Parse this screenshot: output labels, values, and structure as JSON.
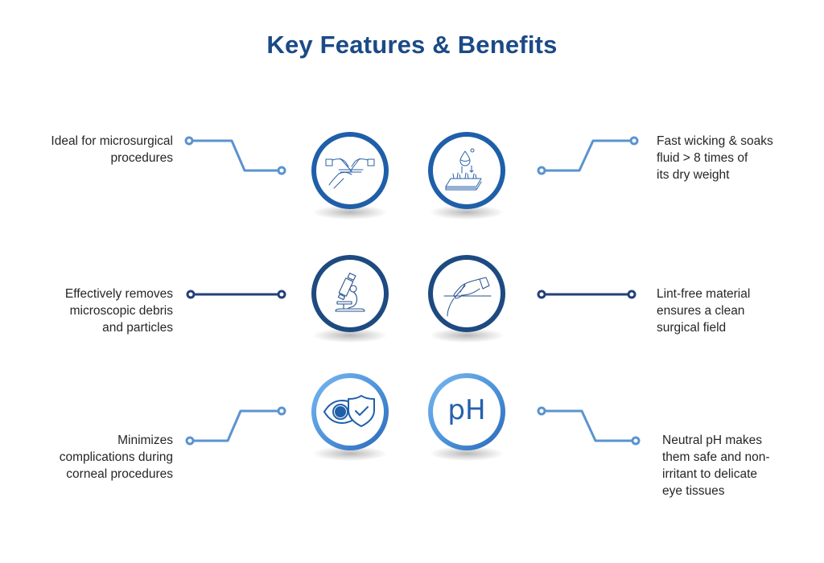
{
  "title": "Key Features & Benefits",
  "colors": {
    "title": "#1b4a86",
    "connector_light": "#5b93cf",
    "connector_navy": "#23407a",
    "circle_blue": "#1f5fa9",
    "circle_navy": "#1d4a80",
    "circle_light": "#4f95dc",
    "text": "#262626"
  },
  "features": [
    {
      "id": "microsurgical",
      "side": "left",
      "icon": "surgeon-hands-icon",
      "lines": [
        "Ideal for microsurgical",
        "procedures"
      ]
    },
    {
      "id": "wicking",
      "side": "right",
      "icon": "absorbent-droplet-icon",
      "lines": [
        "Fast wicking & soaks",
        "fluid > 8 times of",
        "its dry weight"
      ]
    },
    {
      "id": "debris",
      "side": "left",
      "icon": "microscope-icon",
      "lines": [
        "Effectively removes",
        "microscopic debris",
        "and particles"
      ]
    },
    {
      "id": "lint-free",
      "side": "right",
      "icon": "gloved-hand-icon",
      "lines": [
        "Lint-free material",
        "ensures a clean",
        "surgical field"
      ]
    },
    {
      "id": "corneal",
      "side": "left",
      "icon": "eye-shield-icon",
      "lines": [
        "Minimizes",
        "complications during",
        "corneal procedures"
      ]
    },
    {
      "id": "neutral-ph",
      "side": "right",
      "icon": "ph-icon",
      "icon_text": "pH",
      "lines": [
        "Neutral pH makes",
        "them safe and non-",
        "irritant to delicate",
        "eye tissues"
      ]
    }
  ]
}
